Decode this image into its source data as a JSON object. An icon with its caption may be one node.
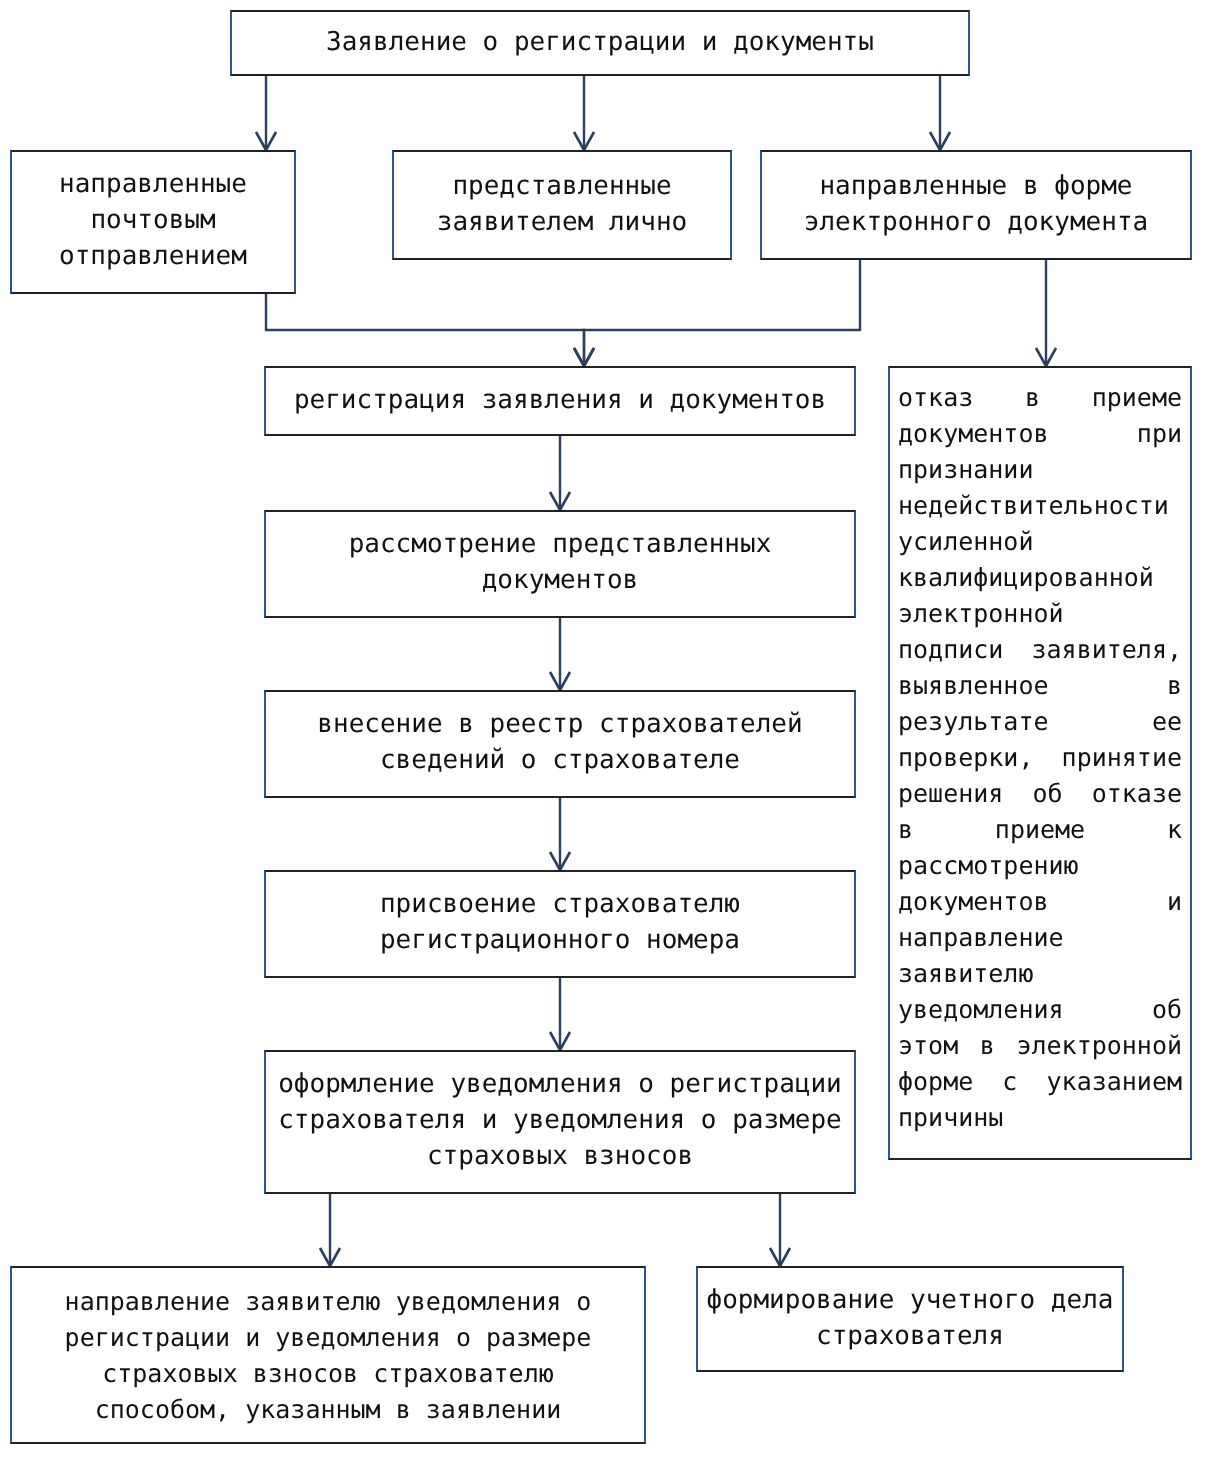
{
  "diagram": {
    "nodes": [
      {
        "text": [
          "Заявление о регистрации и документы"
        ]
      },
      {
        "text": [
          "направленные почтовым отправлением"
        ]
      },
      {
        "text": [
          "представленные заявителем лично"
        ]
      },
      {
        "text": [
          "направленные в форме электронного документа"
        ]
      },
      {
        "text": [
          "регистрация заявления и документов"
        ]
      },
      {
        "text": [
          "рассмотрение представленных документов"
        ]
      },
      {
        "text": [
          "внесение в реестр страхователей сведений о страхователе"
        ]
      },
      {
        "text": [
          "присвоение страхователю регистрационного номера"
        ]
      },
      {
        "text": [
          "оформление уведомления о регистрации страхователя и уведомления о размере страховых взносов"
        ]
      },
      {
        "text": [
          "отказ в приеме документов при признании недействительности усиленной квалифицированной электронной подписи заявителя, выявленное в результате ее проверки, принятие решения об отказе в приеме к рассмотрению документов и направление заявителю уведомления об этом в электронной форме с указанием причины"
        ]
      },
      {
        "text": [
          "направление заявителю уведомления о регистрации и уведомления о размере страховых взносов страхователю способом, указанным в заявлении"
        ]
      },
      {
        "text": [
          "формирование учетного дела страхователя"
        ]
      }
    ],
    "edges": [
      {
        "from": 0,
        "to": 1,
        "arrow": "to"
      },
      {
        "from": 0,
        "to": 2,
        "arrow": "to"
      },
      {
        "from": 0,
        "to": 3,
        "arrow": "to"
      },
      {
        "from": 1,
        "to": 4,
        "arrow": "to"
      },
      {
        "from": 3,
        "to": 4,
        "arrow": "to"
      },
      {
        "from": 3,
        "to": 9,
        "arrow": "to"
      },
      {
        "from": 4,
        "to": 5,
        "arrow": "to"
      },
      {
        "from": 5,
        "to": 6,
        "arrow": "to"
      },
      {
        "from": 6,
        "to": 7,
        "arrow": "to"
      },
      {
        "from": 7,
        "to": 8,
        "arrow": "to"
      },
      {
        "from": 8,
        "to": 10,
        "arrow": "to"
      },
      {
        "from": 8,
        "to": 11,
        "arrow": "to"
      }
    ]
  }
}
